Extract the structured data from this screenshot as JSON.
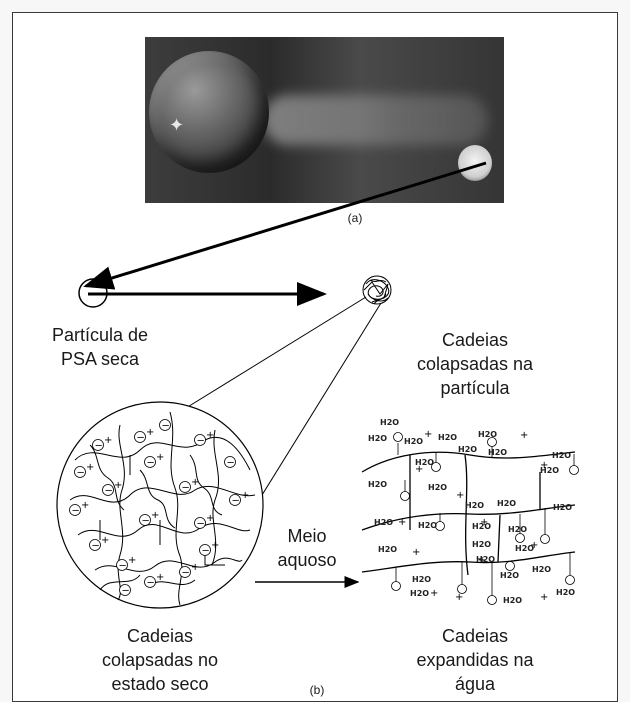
{
  "panel_a_label": "(a)",
  "panel_b_label": "(b)",
  "dry_particle_label": "Partícula de\nPSA seca",
  "collapsed_chains_particle_label": "Cadeias\ncolapsadas na\npartícula",
  "collapsed_chains_dry_label": "Cadeias\ncolapsadas no\nestado seco",
  "aqueous_medium_label": "Meio\naquoso",
  "expanded_chains_label": "Cadeias\nexpandidas na\nágua",
  "water_label": "H2O"
}
